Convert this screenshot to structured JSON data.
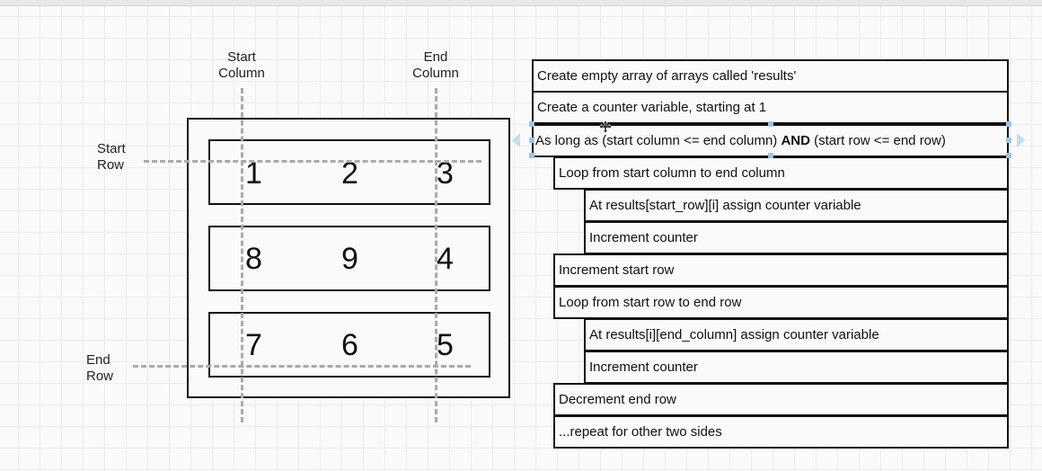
{
  "labels": {
    "start_column": [
      "Start",
      "Column"
    ],
    "end_column": [
      "End",
      "Column"
    ],
    "start_row": [
      "Start",
      "Row"
    ],
    "end_row": [
      "End",
      "Row"
    ]
  },
  "matrix": [
    [
      "1",
      "2",
      "3"
    ],
    [
      "8",
      "9",
      "4"
    ],
    [
      "7",
      "6",
      "5"
    ]
  ],
  "steps": [
    {
      "text": "Create empty array of arrays called 'results'"
    },
    {
      "text": "Create a counter variable, starting at 1"
    },
    {
      "pre": "As long as (start column <= end column) ",
      "bold": "AND",
      "post": " (start row <= end row)"
    },
    {
      "text": "Loop from start column to end column"
    },
    {
      "text": "At results[start_row][i] assign counter variable"
    },
    {
      "text": "Increment counter"
    },
    {
      "text": "Increment start row"
    },
    {
      "text": "Loop from start row to end row"
    },
    {
      "text": "At results[i][end_column] assign counter variable"
    },
    {
      "text": "Increment counter"
    },
    {
      "text": "Decrement end row"
    },
    {
      "text": "...repeat for other two sides"
    }
  ]
}
